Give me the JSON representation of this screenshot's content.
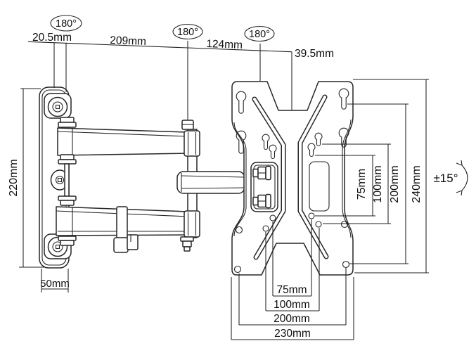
{
  "figure": {
    "type": "technical-drawing",
    "subject": "Articulating TV wall-mount arm with VESA adapter plate, dimensioned",
    "background": "#ffffff",
    "line_color": "#262626"
  },
  "labels": {
    "swivel_left": "180°",
    "swivel_mid": "180°",
    "swivel_right": "180°",
    "wall_pivot_offset": "20.5mm",
    "arm_segment_1": "209mm",
    "arm_segment_2": "124mm",
    "plate_offset": "39.5mm",
    "wall_plate_height": "220mm",
    "wall_plate_depth": "50mm",
    "vesa_v_75": "75mm",
    "vesa_v_100": "100mm",
    "vesa_v_200": "200mm",
    "plate_height": "240mm",
    "tilt_range": "±15°",
    "vesa_h_75": "75mm",
    "vesa_h_100": "100mm",
    "vesa_h_200": "200mm",
    "plate_width": "230mm"
  }
}
